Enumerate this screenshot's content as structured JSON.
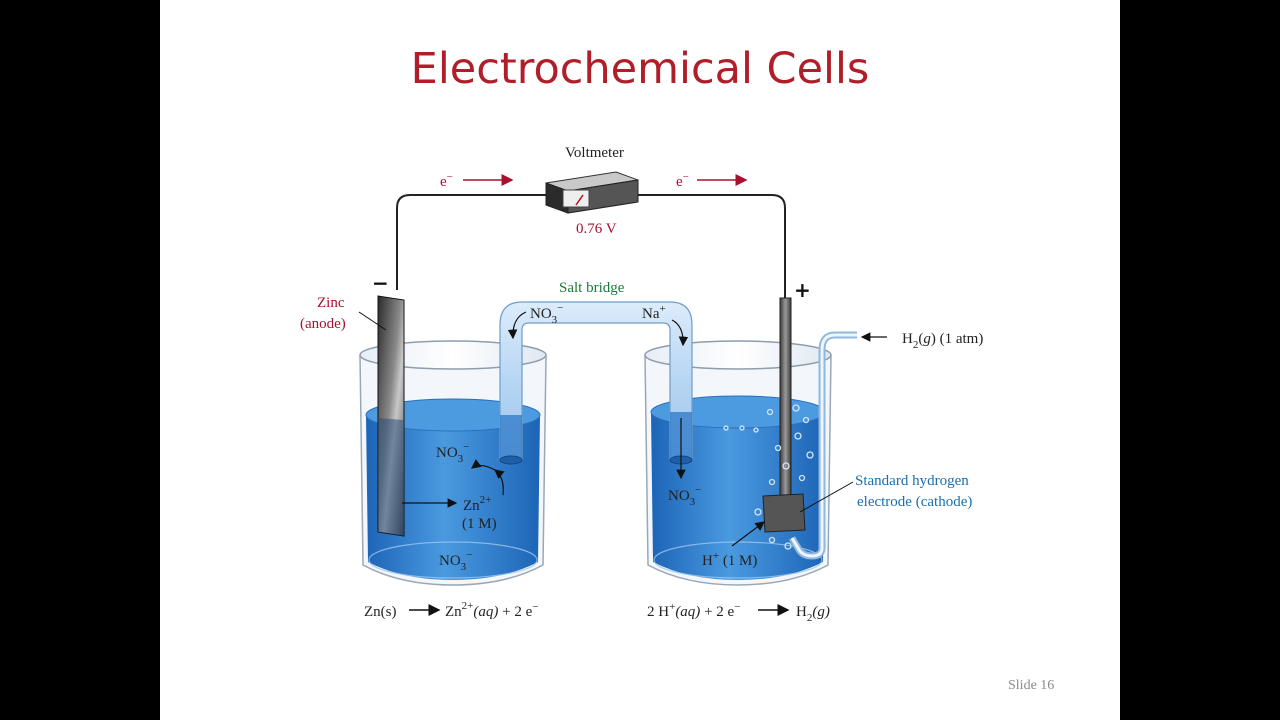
{
  "slide": {
    "title": "Electrochemical Cells",
    "number": "Slide 16"
  },
  "diagram": {
    "voltmeter": {
      "label": "Voltmeter",
      "reading": "0.76 V"
    },
    "electron_left": "e",
    "electron_right": "e",
    "minus_sign": "−",
    "plus_sign": "+",
    "salt_bridge": "Salt bridge",
    "zinc_label": {
      "line1": "Zinc",
      "line2": "(anode)"
    },
    "hydrogen_gas": {
      "prefix": "H",
      "sub": "2",
      "paren_open": "(",
      "state": "g",
      "rest": ") (1 atm)"
    },
    "she_label": {
      "line1": "Standard hydrogen",
      "line2": "electrode (cathode)"
    },
    "bridge_ions": {
      "left": "NO",
      "left_sub": "3",
      "right": "Na",
      "right_sup": "+"
    },
    "left_beaker": {
      "ion_upper": "NO",
      "ion_upper_sub": "3",
      "zn_ion": "Zn",
      "zn_sup": "2+",
      "conc": "(1 M)",
      "ion_bottom": "NO",
      "ion_bottom_sub": "3"
    },
    "right_beaker": {
      "ion": "NO",
      "ion_sub": "3",
      "h_ion": "H",
      "h_sup": "+",
      "h_conc": " (1 M)"
    },
    "left_reaction": {
      "reactant": "Zn",
      "reactant_state": "(s)",
      "product": "Zn",
      "product_sup": "2+",
      "product_state": "(aq)",
      "electrons": " + 2 e"
    },
    "right_reaction": {
      "reactant": "2 H",
      "reactant_sup": "+",
      "reactant_state": "(aq)",
      "electrons": " + 2 e",
      "product": "H",
      "product_sub": "2",
      "product_state": "(g)"
    }
  }
}
